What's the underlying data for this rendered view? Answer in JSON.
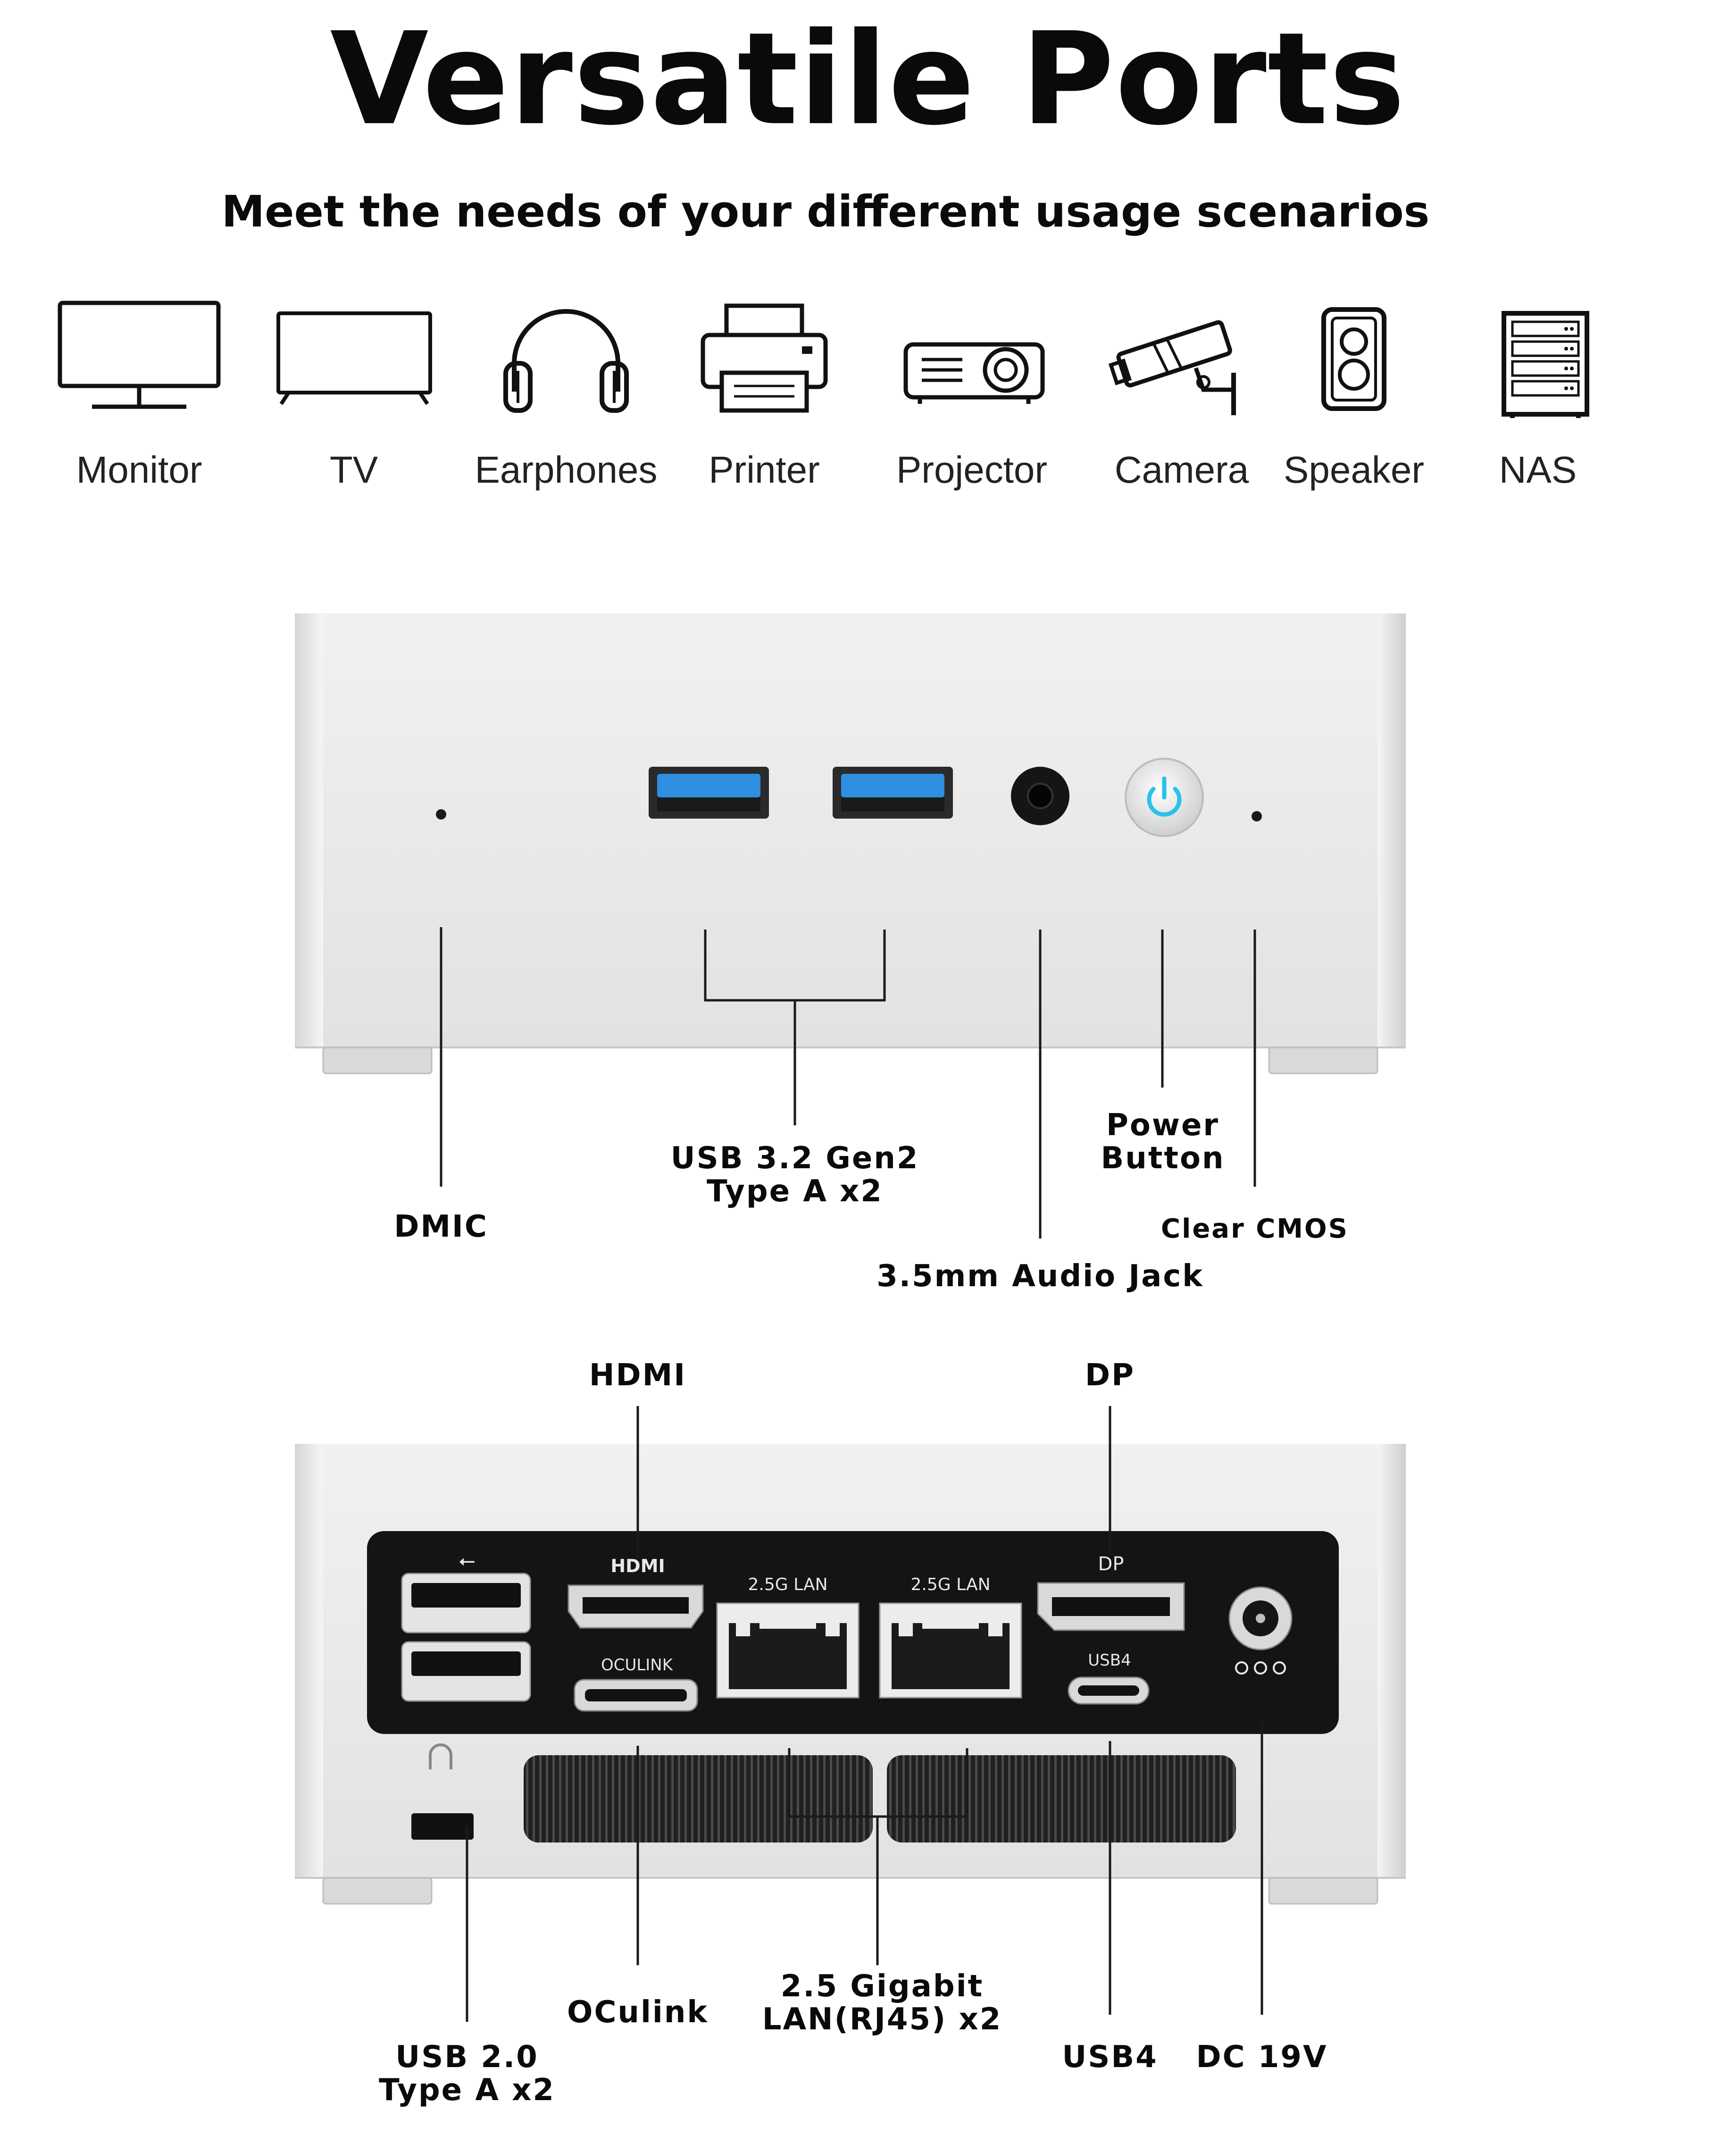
{
  "title": "Versatile Ports",
  "subtitle": "Meet the needs of your different usage scenarios",
  "scenarios": [
    {
      "label": "Monitor",
      "icon": "monitor-icon"
    },
    {
      "label": "TV",
      "icon": "tv-icon"
    },
    {
      "label": "Earphones",
      "icon": "earphones-icon"
    },
    {
      "label": "Printer",
      "icon": "printer-icon"
    },
    {
      "label": "Projector",
      "icon": "projector-icon"
    },
    {
      "label": "Camera",
      "icon": "camera-icon"
    },
    {
      "label": "Speaker",
      "icon": "speaker-icon"
    },
    {
      "label": "NAS",
      "icon": "nas-icon"
    }
  ],
  "front": {
    "dmic": "DMIC",
    "usb_line1": "USB 3.2 Gen2",
    "usb_line2": "Type A x2",
    "audio": "3.5mm Audio Jack",
    "power_line1": "Power",
    "power_line2": "Button",
    "clear_cmos": "Clear CMOS"
  },
  "rear": {
    "hdmi": "HDMI",
    "dp": "DP",
    "usb2_line1": "USB 2.0",
    "usb2_line2": "Type A x2",
    "oculink": "OCulink",
    "lan_line1": "2.5 Gigabit",
    "lan_line2": "LAN(RJ45) x2",
    "usb4": "USB4",
    "dc": "DC 19V",
    "panel": {
      "hdmi_mark": "HDMI",
      "lan1_mark": "2.5G LAN",
      "lan2_mark": "2.5G LAN",
      "dp_mark": "DP",
      "oculink_mark": "OCULINK",
      "usb4_mark": "USB4"
    }
  },
  "colors": {
    "usb3_blue": "#2f8fe0",
    "power_glow": "#2bc1ec",
    "chassis": "#e9e9e9",
    "panel": "#141414"
  }
}
